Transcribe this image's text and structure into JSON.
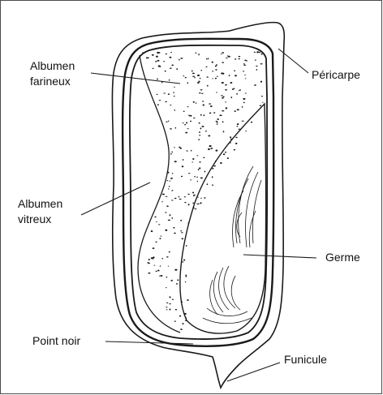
{
  "labels": {
    "albumen_farineux_line1": "Albumen",
    "albumen_farineux_line2": "farineux",
    "pericarpe": "Péricarpe",
    "albumen_vitreux_line1": "Albumen",
    "albumen_vitreux_line2": "vitreux",
    "germe": "Germe",
    "point_noir": "Point noir",
    "funicule": "Funicule"
  },
  "colors": {
    "ink": "#1a1a1a",
    "background": "#ffffff",
    "frame": "#4a4a4a"
  }
}
